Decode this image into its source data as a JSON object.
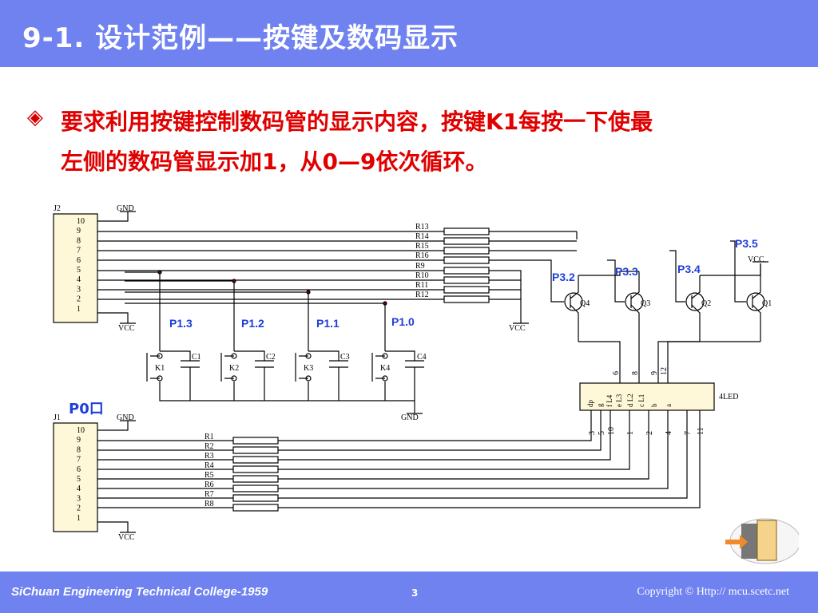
{
  "header": {
    "title": "9-1. 设计范例——按键及数码显示"
  },
  "requirement": {
    "line1": "要求利用按键控制数码管的显示内容，按键K1每按一下使最",
    "line2": "左侧的数码管显示加1，从0—9依次循环。"
  },
  "schematic": {
    "j2": "J2",
    "j1": "J1",
    "gnd": "GND",
    "vcc": "VCC",
    "pins": [
      "10",
      "9",
      "8",
      "7",
      "6",
      "5",
      "4",
      "3",
      "2",
      "1"
    ],
    "r_top": [
      "R13",
      "R14",
      "R15",
      "R16",
      "R9",
      "R10",
      "R11",
      "R12"
    ],
    "r_bot": [
      "R1",
      "R2",
      "R3",
      "R4",
      "R5",
      "R6",
      "R7",
      "R8"
    ],
    "p_keys": [
      "P1.3",
      "P1.2",
      "P1.1",
      "P1.0"
    ],
    "keys": [
      "K1",
      "K2",
      "K3",
      "K4"
    ],
    "caps": [
      "C1",
      "C2",
      "C3",
      "C4"
    ],
    "p3": [
      "P3.2",
      "P3.3",
      "P3.4",
      "P3.5"
    ],
    "q": [
      "Q4",
      "Q3",
      "Q2",
      "Q1"
    ],
    "led": "4LED",
    "p0": "P0口",
    "led_top_pins": [
      "6",
      "8",
      "9",
      "12"
    ],
    "led_inner": [
      "dp",
      "g",
      "f L4",
      "e L3",
      "d L2",
      "c L1",
      "b",
      "a"
    ],
    "led_bot_pins": [
      "3",
      "5",
      "10",
      "1",
      "2",
      "4",
      "7",
      "11"
    ]
  },
  "footer": {
    "college": "SiChuan Engineering Technical College-1959",
    "page": "3",
    "copyright": "Copyright © Http:// mcu.scetc.net"
  },
  "colors": {
    "accent": "#6f82f0",
    "requirement": "#e00000",
    "label_blue": "#1f3fd8"
  }
}
